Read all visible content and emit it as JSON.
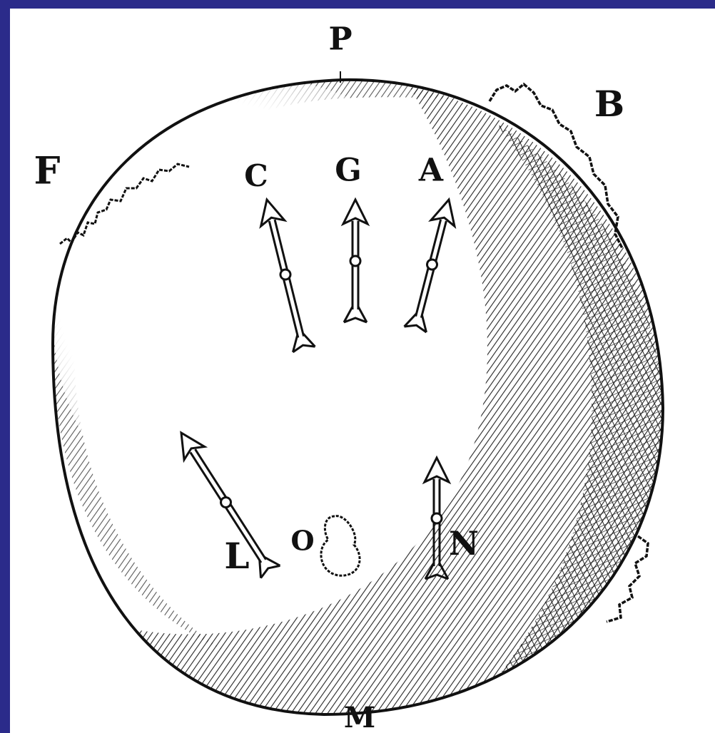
{
  "colors": {
    "frame_border": "#2b2b8a",
    "background": "#ffffff",
    "ink": "#111111"
  },
  "labels": {
    "P": "P",
    "B": "B",
    "F": "F",
    "G": "G",
    "A": "A",
    "C": "C",
    "L": "L",
    "O": "O",
    "N": "N",
    "M": "M"
  },
  "elements": {
    "sphere": "shaded-globe",
    "arrows": [
      "arrow-c",
      "arrow-g",
      "arrow-a",
      "arrow-l",
      "arrow-n"
    ],
    "small_body": "body-o"
  }
}
